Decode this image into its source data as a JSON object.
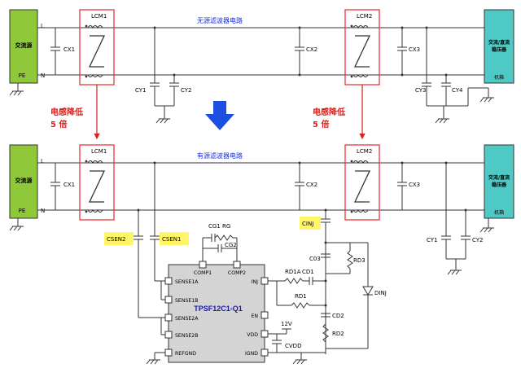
{
  "top": {
    "source_label": "交流源",
    "L": "L",
    "PE": "PE",
    "N": "N",
    "title": "无源滤波器电路",
    "cx1": "CX1",
    "cx2": "CX2",
    "cx3": "CX3",
    "cy1": "CY1",
    "cy2": "CY2",
    "cy3": "CY3",
    "cy4": "CY4",
    "lcm1": "LCM1",
    "lcm2": "LCM2",
    "load_label_1": "交流/直流",
    "load_label_2": "稳压器",
    "chassis": "机箱"
  },
  "mid": {
    "reduce_left": "电感降低",
    "reduce_left_2": "5 倍",
    "reduce_right": "电感降低",
    "reduce_right_2": "5 倍"
  },
  "bottom": {
    "source_label": "交流源",
    "L": "L",
    "PE": "PE",
    "N": "N",
    "title": "有源滤波器电路",
    "cx1": "CX1",
    "cx2": "CX2",
    "cx3": "CX3",
    "cy1": "CY1",
    "cy2": "CY2",
    "lcm1": "LCM1",
    "lcm2": "LCM2",
    "load_label_1": "交流/直流",
    "load_label_2": "稳压器",
    "chassis": "机箱",
    "csen2": "CSEN2",
    "csen1": "CSEN1",
    "cinj": "CINJ",
    "cg1": "CG1",
    "rg": "RG",
    "cg2": "CG2",
    "c03": "C03",
    "rd3": "RD3",
    "rd1a": "RD1A",
    "cd1": "CD1",
    "rd1": "RD1",
    "cd2": "CD2",
    "rd2": "RD2",
    "dinj": "DINJ",
    "v12": "12V",
    "cvdd": "CVDD"
  },
  "chip": {
    "name": "TPSF12C1-Q1",
    "pins": {
      "comp1": "COMP1",
      "comp2": "COMP2",
      "sense1a": "SENSE1A",
      "sense1b": "SENSE1B",
      "sense2a": "SENSE2A",
      "sense2b": "SENSE2B",
      "refgnd": "REFGND",
      "inj": "INJ",
      "en": "EN",
      "vdd": "VDD",
      "ignd": "IGND"
    }
  },
  "colors": {
    "source_fill": "#8fc93a",
    "load_fill": "#4fc9c5",
    "inductor_box": "#e8373a",
    "highlight": "#fff566",
    "arrow_blue": "#1c4fe0",
    "chip_fill": "#d4d4d4"
  }
}
